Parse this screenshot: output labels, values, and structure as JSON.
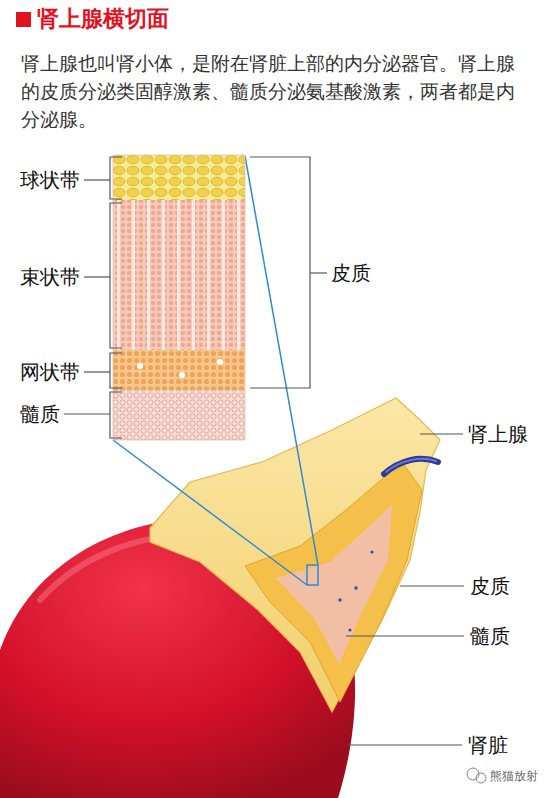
{
  "diagram": {
    "title": "肾上腺横切面",
    "labels": [
      "肾上腺也叫肾小体，是附在肾脏上部的内分泌器官。肾上腺 的皮质分泌类固醇激素、髓质分泌氨基酸激素，两者都是内 分泌腺。",
      "球状带",
      "束状带",
      "网状带",
      "髓质",
      "皮质",
      "肾上腺",
      "皮质",
      "髓质",
      "肾脏",
      "熊猫放射"
    ]
  }
}
